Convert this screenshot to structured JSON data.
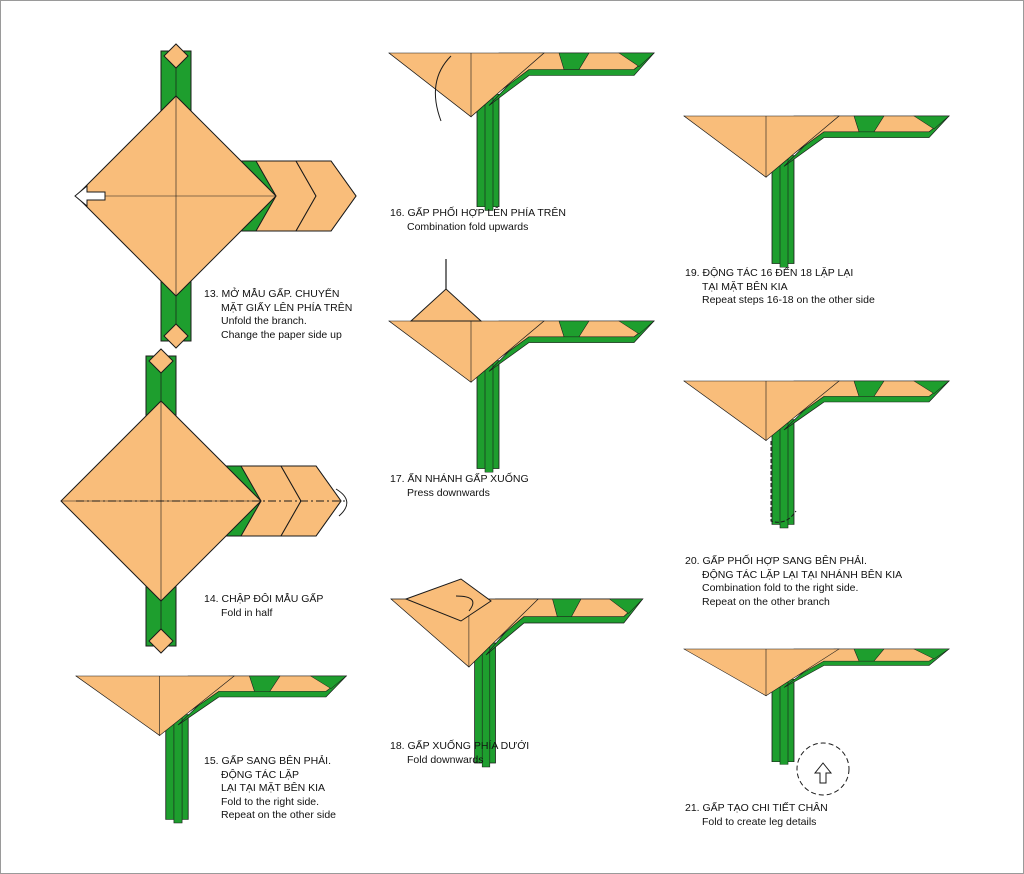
{
  "colors": {
    "paper_front": "#F9BD7A",
    "paper_back": "#1E9E2E",
    "outline": "#1a1a1a"
  },
  "steps": [
    {
      "lines": [
        "13. MỞ MẪU GẤP. CHUYỂN",
        "MẶT GIẤY LÊN PHÍA TRÊN",
        "Unfold the branch.",
        "Change the paper side up"
      ]
    },
    {
      "lines": [
        "14. CHẬP ĐÔI MẪU GẤP",
        "Fold in half"
      ]
    },
    {
      "lines": [
        "15. GẤP SANG BÊN PHẢI.",
        "ĐỘNG TÁC LẶP",
        "LẠI TẠI MẶT BÊN KIA",
        "Fold to the right side.",
        "Repeat on the other side"
      ]
    },
    {
      "lines": [
        "16. GẤP PHỐI HỢP LÊN PHÍA TRÊN",
        "Combination fold upwards"
      ]
    },
    {
      "lines": [
        "17. ẤN NHÁNH GẤP XUỐNG",
        "Press downwards"
      ]
    },
    {
      "lines": [
        "18. GẤP XUỐNG PHÍA DƯỚI",
        "Fold downwards"
      ]
    },
    {
      "lines": [
        "19. ĐỘNG TÁC 16 ĐẾN 18 LẶP LẠI",
        "TẠI MẶT BÊN KIA",
        "Repeat steps 16-18 on the other side"
      ]
    },
    {
      "lines": [
        "20. GẤP PHỐI HỢP SANG BÊN PHẢI.",
        "ĐỘNG TÁC LẶP LẠI TẠI NHÁNH BÊN KIA",
        "Combination fold to the right side.",
        "Repeat on the other branch"
      ]
    },
    {
      "lines": [
        "21. GẤP TẠO CHI TIẾT CHÂN",
        "Fold to create leg details"
      ]
    }
  ]
}
